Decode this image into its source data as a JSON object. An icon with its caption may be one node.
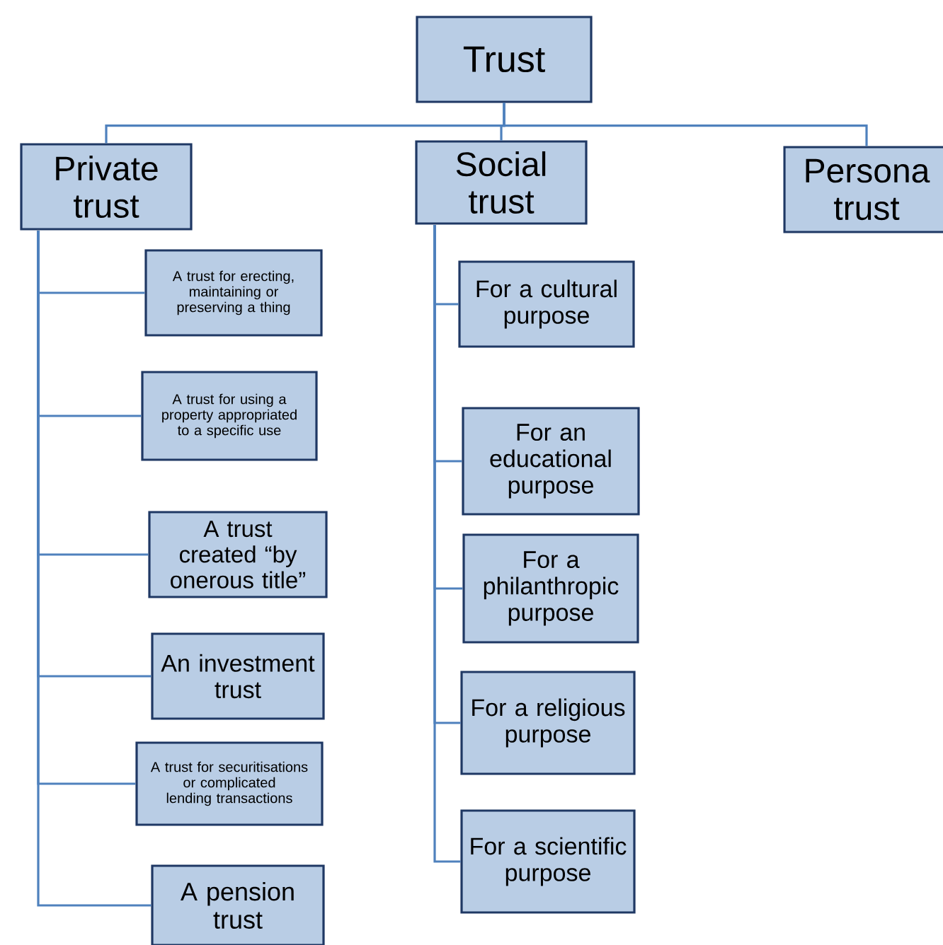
{
  "diagram": {
    "nodes": [
      {
        "text": [
          "Trust"
        ]
      },
      {
        "text": [
          "Private trust"
        ]
      },
      {
        "text": [
          "Social trust"
        ]
      },
      {
        "text": [
          "Persona trust"
        ]
      },
      {
        "text": [
          "A trust for erecting, maintaining or preserving a thing"
        ]
      },
      {
        "text": [
          "A trust for using a property appropriated to a specific use"
        ]
      },
      {
        "text": [
          "A trust created “by onerous title”"
        ]
      },
      {
        "text": [
          "An investment trust"
        ]
      },
      {
        "text": [
          "A trust for securitisations or complicated lending transactions"
        ]
      },
      {
        "text": [
          "A pension trust"
        ]
      },
      {
        "text": [
          "For a cultural purpose"
        ]
      },
      {
        "text": [
          "For an educational purpose"
        ]
      },
      {
        "text": [
          "For a philanthropic purpose"
        ]
      },
      {
        "text": [
          "For a religious purpose"
        ]
      },
      {
        "text": [
          "For a scientific purpose"
        ]
      }
    ],
    "edges": [
      {
        "from": 0,
        "to": 1,
        "arrow": "none"
      },
      {
        "from": 0,
        "to": 2,
        "arrow": "none"
      },
      {
        "from": 0,
        "to": 3,
        "arrow": "none"
      },
      {
        "from": 1,
        "to": 4,
        "arrow": "none"
      },
      {
        "from": 1,
        "to": 5,
        "arrow": "none"
      },
      {
        "from": 1,
        "to": 6,
        "arrow": "none"
      },
      {
        "from": 1,
        "to": 7,
        "arrow": "none"
      },
      {
        "from": 1,
        "to": 8,
        "arrow": "none"
      },
      {
        "from": 1,
        "to": 9,
        "arrow": "none"
      },
      {
        "from": 2,
        "to": 10,
        "arrow": "none"
      },
      {
        "from": 2,
        "to": 11,
        "arrow": "none"
      },
      {
        "from": 2,
        "to": 12,
        "arrow": "none"
      },
      {
        "from": 2,
        "to": 13,
        "arrow": "none"
      },
      {
        "from": 2,
        "to": 14,
        "arrow": "none"
      }
    ]
  }
}
